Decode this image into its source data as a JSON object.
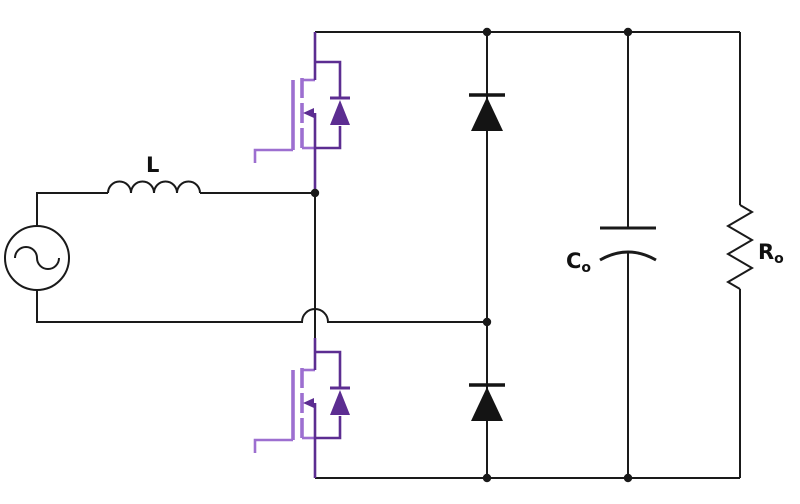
{
  "diagram": {
    "type": "circuit-schematic",
    "labels": {
      "inductor": "L",
      "output_capacitor": {
        "main": "C",
        "sub": "o"
      },
      "output_resistor": {
        "main": "R",
        "sub": "o"
      }
    },
    "components": [
      {
        "name": "ac-source"
      },
      {
        "name": "inductor",
        "label": "L"
      },
      {
        "name": "high-side-mosfet"
      },
      {
        "name": "low-side-mosfet"
      },
      {
        "name": "rectifier-diode-top"
      },
      {
        "name": "rectifier-diode-bottom"
      },
      {
        "name": "output-capacitor",
        "label": "Co"
      },
      {
        "name": "output-resistor",
        "label": "Ro"
      }
    ],
    "colors": {
      "wire": "#1a1a1a",
      "mosfet_body": "#9d6fd0",
      "mosfet_diode": "#5c2d91",
      "diode": "#141414",
      "background": "#ffffff"
    }
  }
}
